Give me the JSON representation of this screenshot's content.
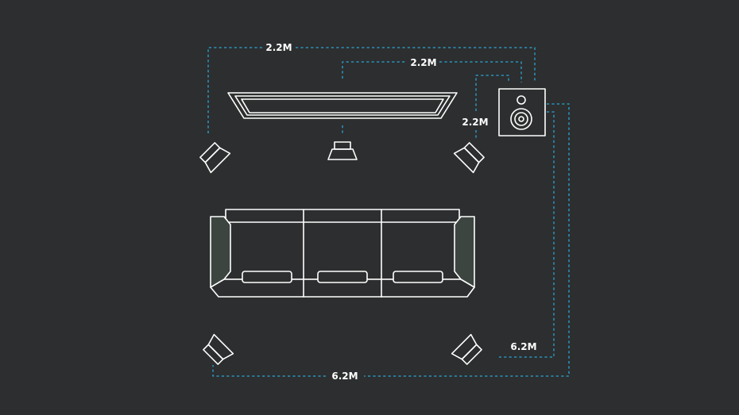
{
  "distances": {
    "top_outer": "2.2M",
    "top_inner": "2.2M",
    "front_right": "2.2M",
    "rear_right": "6.2M",
    "bottom": "6.2M"
  },
  "colors": {
    "background": "#2d2e2f",
    "dimension_line": "#2aa6d6",
    "outline": "#ffffff",
    "sofa_arm": "#3d4540"
  },
  "icons": [
    "tv-icon",
    "center-speaker-icon",
    "front-left-speaker-icon",
    "front-right-speaker-icon",
    "subwoofer-icon",
    "sofa-icon",
    "rear-left-speaker-icon",
    "rear-right-speaker-icon"
  ]
}
